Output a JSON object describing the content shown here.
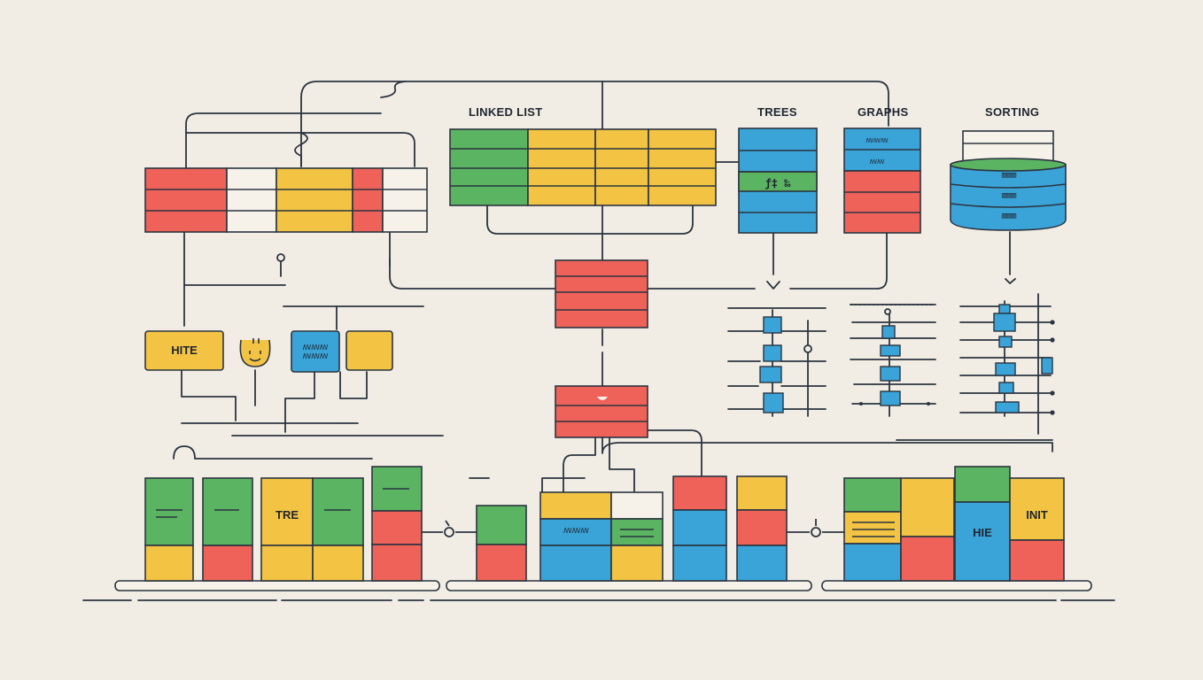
{
  "labels": {
    "linked_list": "LINKED LIST",
    "trees": "TREES",
    "graphs": "GRAPHS",
    "sorting": "SORTING"
  },
  "box_texts": {
    "hite": "HITE",
    "tre": "TRE",
    "hie": "HIE",
    "init": "INIT"
  },
  "colors": {
    "background": "#f1ede4",
    "line": "#2b3440",
    "red": "#ef6259",
    "yellow": "#f3c443",
    "green": "#5bb462",
    "blue": "#3aa4d8",
    "white": "#f6f2ea"
  }
}
